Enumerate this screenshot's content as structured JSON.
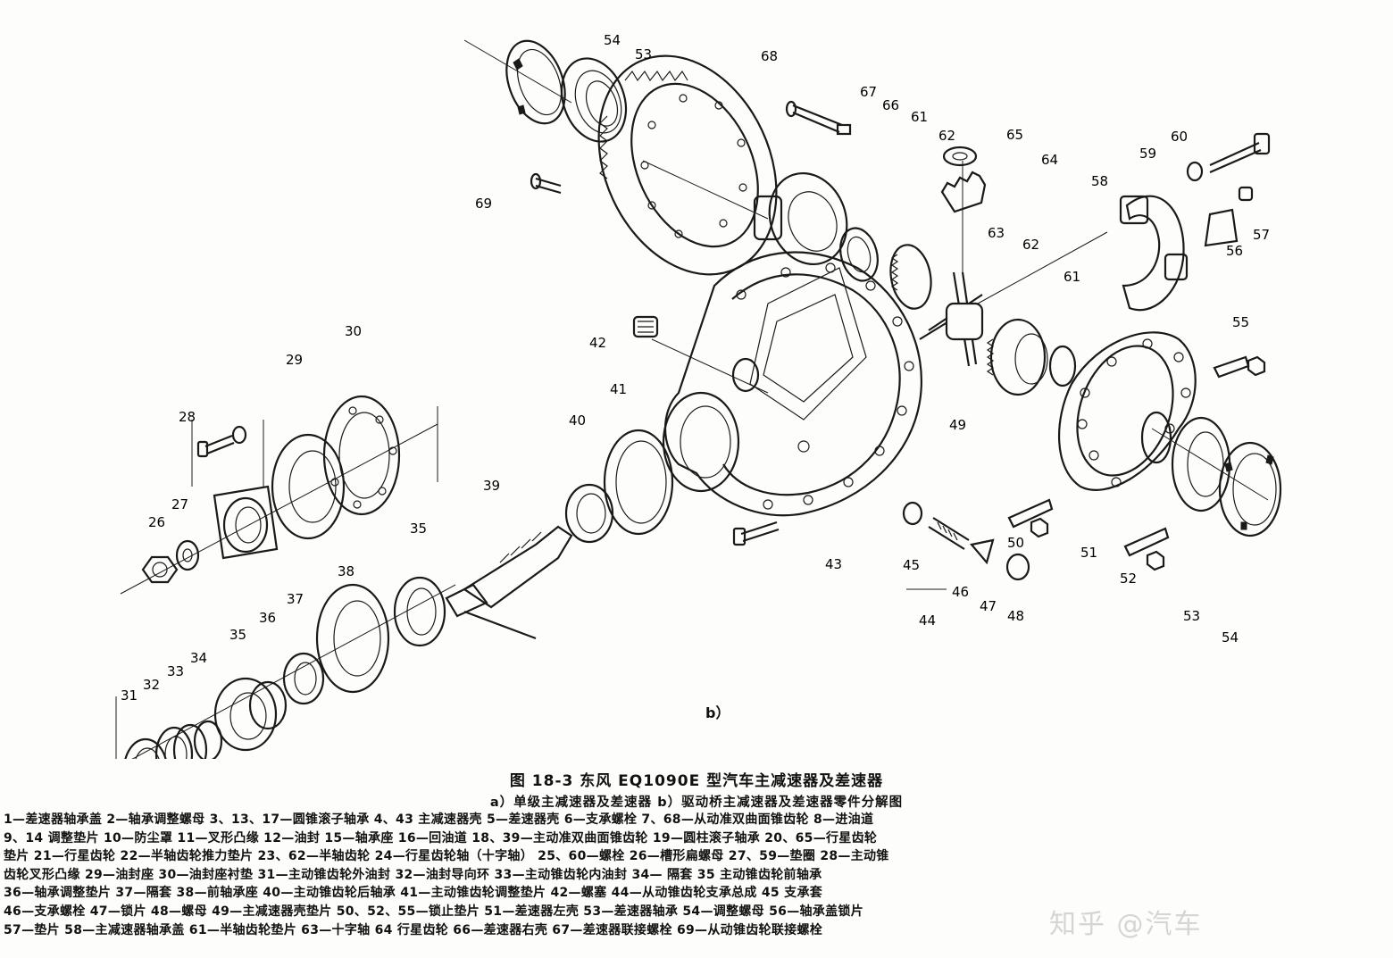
{
  "subfigure_label": "b）",
  "caption": "图 18-3   东风 EQ1090E 型汽车主减速器及差速器",
  "subcaption": "a）单级主减速器及差速器   b）驱动桥主减速器及差速器零件分解图",
  "legend_lines": [
    "1—差速器轴承盖  2—轴承调整螺母  3、13、17—圆锥滚子轴承  4、43  主减速器壳  5—差速器壳  6—支承螺栓  7、68—从动准双曲面锥齿轮  8—进油道",
    "9、14  调整垫片  10—防尘罩  11—叉形凸缘  12—油封  15—轴承座  16—回油道  18、39—主动准双曲面锥齿轮  19—圆柱滚子轴承  20、65—行星齿轮",
    "垫片  21—行星齿轮  22—半轴齿轮推力垫片  23、62—半轴齿轮  24—行星齿轮轴（十字轴）  25、60—螺栓  26—槽形扁螺母  27、59—垫圈  28—主动锥",
    "齿轮叉形凸缘  29—油封座  30—油封座衬垫  31—主动锥齿轮外油封  32—油封导向环  33—主动锥齿轮内油封  34—  隔套  35  主动锥齿轮前轴承",
    "36—轴承调整垫片  37—隔套  38—前轴承座  40—主动锥齿轮后轴承  41—主动锥齿轮调整垫片  42—螺塞  44—从动锥齿轮支承总成  45  支承套",
    "46—支承螺栓  47—锁片  48—螺母  49—主减速器壳垫片  50、52、55—锁止垫片  51—差速器左壳  53—差速器轴承  54—调整螺母  56—轴承盖锁片",
    "57—垫片  58—主减速器轴承盖  61—半轴齿轮垫片  63—十字轴  64  行星齿轮  66—差速器右壳  67—差速器联接螺栓  69—从动锥齿轮联接螺栓"
  ],
  "watermark": "知乎 @汽车",
  "labels": [
    "26",
    "27",
    "28",
    "29",
    "30",
    "31",
    "32",
    "33",
    "34",
    "35",
    "35",
    "36",
    "37",
    "38",
    "39",
    "40",
    "41",
    "42",
    "43",
    "44",
    "45",
    "46",
    "47",
    "48",
    "49",
    "50",
    "51",
    "52",
    "53",
    "53",
    "54",
    "54",
    "55",
    "56",
    "57",
    "58",
    "59",
    "60",
    "61",
    "61",
    "62",
    "62",
    "63",
    "64",
    "65",
    "66",
    "67",
    "68",
    "69"
  ]
}
